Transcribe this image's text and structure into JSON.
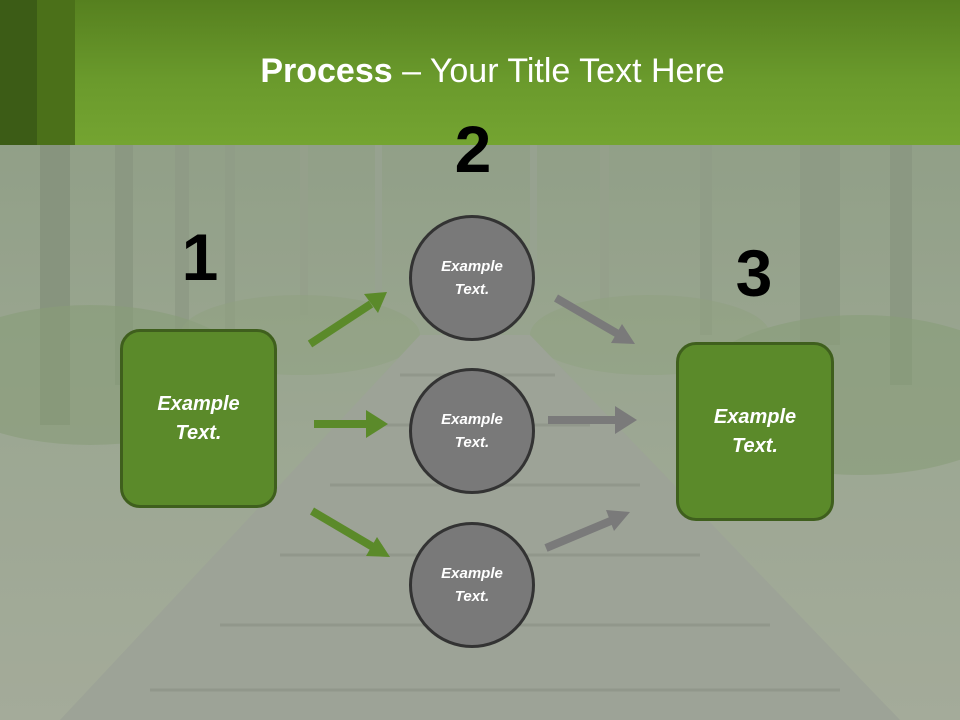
{
  "slide": {
    "title_bold": "Process",
    "title_rest": " – Your Title Text Here"
  },
  "diagram": {
    "steps": [
      "1",
      "2",
      "3"
    ],
    "left_box": "Example\nText.",
    "right_box": "Example\nText.",
    "circles": [
      "Example\nText.",
      "Example\nText.",
      "Example\nText."
    ]
  },
  "colors": {
    "header_green": "#6a9a2c",
    "box_green": "#5b8a2a",
    "arrow_green": "#5b8a2a",
    "circle_gray": "#797979",
    "arrow_gray": "#7a7a7a"
  }
}
